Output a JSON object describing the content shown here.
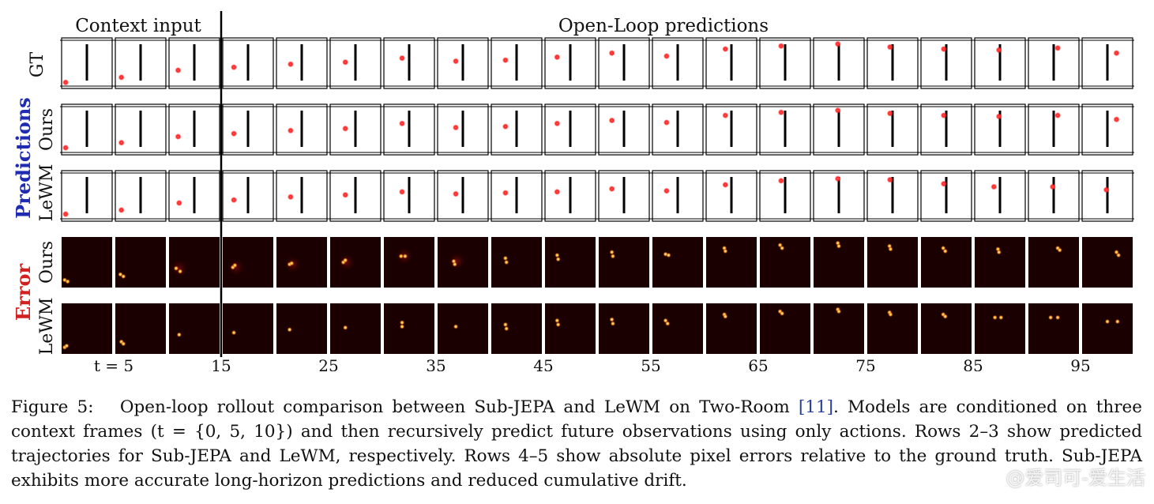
{
  "figure": {
    "header_left": "Context input",
    "header_right": "Open-Loop predictions",
    "row_labels": [
      "GT",
      "Ours",
      "LeWM",
      "Ours",
      "LeWM"
    ],
    "group_labels": [
      {
        "text": "Predictions",
        "color": "#1f2bb0"
      },
      {
        "text": "Error",
        "color": "#d02020"
      }
    ],
    "x_ticks": [
      "t = 5",
      "15",
      "25",
      "35",
      "45",
      "55",
      "65",
      "75",
      "85",
      "95"
    ],
    "frame_count": 20,
    "context_frames": 3,
    "colors": {
      "dot": "#ff2020",
      "error_bg": "#1a0000",
      "error_spot": "#ffd060"
    },
    "frames": [
      {
        "gt": [
          0.08,
          0.88
        ],
        "ours": [
          0.08,
          0.86
        ],
        "lewm": [
          0.08,
          0.86
        ],
        "err_ours": [
          [
            0.06,
            0.85
          ],
          [
            0.12,
            0.88
          ]
        ],
        "err_lewm": [
          [
            0.06,
            0.87
          ],
          [
            0.1,
            0.84
          ]
        ]
      },
      {
        "gt": [
          0.12,
          0.78
        ],
        "ours": [
          0.12,
          0.76
        ],
        "lewm": [
          0.12,
          0.78
        ],
        "err_ours": [
          [
            0.1,
            0.74
          ],
          [
            0.16,
            0.78
          ]
        ],
        "err_lewm": [
          [
            0.12,
            0.76
          ],
          [
            0.16,
            0.8
          ]
        ]
      },
      {
        "gt": [
          0.18,
          0.64
        ],
        "ours": [
          0.18,
          0.64
        ],
        "lewm": [
          0.2,
          0.64
        ],
        "err_ours": [
          [
            0.14,
            0.62
          ],
          [
            0.22,
            0.68
          ]
        ],
        "err_lewm": [
          [
            0.2,
            0.62
          ]
        ]
      },
      {
        "gt": [
          0.22,
          0.58
        ],
        "ours": [
          0.22,
          0.58
        ],
        "lewm": [
          0.22,
          0.58
        ],
        "err_ours": [
          [
            0.2,
            0.6
          ],
          [
            0.24,
            0.56
          ]
        ],
        "err_lewm": [
          [
            0.22,
            0.58
          ]
        ]
      },
      {
        "gt": [
          0.28,
          0.52
        ],
        "ours": [
          0.28,
          0.52
        ],
        "lewm": [
          0.28,
          0.52
        ],
        "err_ours": [
          [
            0.26,
            0.54
          ],
          [
            0.3,
            0.52
          ]
        ],
        "err_lewm": [
          [
            0.26,
            0.52
          ]
        ]
      },
      {
        "gt": [
          0.3,
          0.48
        ],
        "ours": [
          0.3,
          0.48
        ],
        "lewm": [
          0.3,
          0.48
        ],
        "err_ours": [
          [
            0.26,
            0.5
          ],
          [
            0.3,
            0.46
          ]
        ],
        "err_lewm": [
          [
            0.3,
            0.48
          ]
        ]
      },
      {
        "gt": [
          0.36,
          0.4
        ],
        "ours": [
          0.36,
          0.38
        ],
        "lewm": [
          0.36,
          0.42
        ],
        "err_ours": [
          [
            0.34,
            0.38
          ],
          [
            0.42,
            0.38
          ]
        ],
        "err_lewm": [
          [
            0.36,
            0.38
          ],
          [
            0.36,
            0.46
          ]
        ]
      },
      {
        "gt": [
          0.36,
          0.46
        ],
        "ours": [
          0.36,
          0.46
        ],
        "lewm": [
          0.36,
          0.46
        ],
        "err_ours": [
          [
            0.32,
            0.48
          ],
          [
            0.34,
            0.54
          ]
        ],
        "err_lewm": [
          [
            0.36,
            0.46
          ]
        ]
      },
      {
        "gt": [
          0.28,
          0.44
        ],
        "ours": [
          0.28,
          0.44
        ],
        "lewm": [
          0.28,
          0.44
        ],
        "err_ours": [
          [
            0.28,
            0.42
          ],
          [
            0.3,
            0.5
          ]
        ],
        "err_lewm": [
          [
            0.28,
            0.42
          ],
          [
            0.3,
            0.5
          ]
        ]
      },
      {
        "gt": [
          0.24,
          0.38
        ],
        "ours": [
          0.24,
          0.38
        ],
        "lewm": [
          0.24,
          0.42
        ],
        "err_ours": [
          [
            0.24,
            0.36
          ],
          [
            0.26,
            0.44
          ]
        ],
        "err_lewm": [
          [
            0.24,
            0.34
          ],
          [
            0.26,
            0.42
          ]
        ]
      },
      {
        "gt": [
          0.26,
          0.3
        ],
        "ours": [
          0.26,
          0.32
        ],
        "lewm": [
          0.26,
          0.36
        ],
        "err_ours": [
          [
            0.26,
            0.3
          ],
          [
            0.28,
            0.38
          ]
        ],
        "err_lewm": [
          [
            0.26,
            0.32
          ],
          [
            0.28,
            0.4
          ]
        ]
      },
      {
        "gt": [
          0.28,
          0.36
        ],
        "ours": [
          0.28,
          0.36
        ],
        "lewm": [
          0.28,
          0.4
        ],
        "err_ours": [
          [
            0.26,
            0.34
          ],
          [
            0.32,
            0.36
          ]
        ],
        "err_lewm": [
          [
            0.26,
            0.34
          ],
          [
            0.3,
            0.4
          ]
        ]
      },
      {
        "gt": [
          0.38,
          0.22
        ],
        "ours": [
          0.38,
          0.22
        ],
        "lewm": [
          0.38,
          0.28
        ],
        "err_ours": [
          [
            0.36,
            0.22
          ],
          [
            0.38,
            0.28
          ]
        ],
        "err_lewm": [
          [
            0.36,
            0.22
          ],
          [
            0.38,
            0.26
          ]
        ]
      },
      {
        "gt": [
          0.42,
          0.16
        ],
        "ours": [
          0.42,
          0.16
        ],
        "lewm": [
          0.42,
          0.2
        ],
        "err_ours": [
          [
            0.4,
            0.16
          ],
          [
            0.44,
            0.22
          ]
        ],
        "err_lewm": [
          [
            0.4,
            0.16
          ],
          [
            0.44,
            0.2
          ]
        ]
      },
      {
        "gt": [
          0.48,
          0.12
        ],
        "ours": [
          0.48,
          0.12
        ],
        "lewm": [
          0.48,
          0.16
        ],
        "err_ours": [
          [
            0.48,
            0.12
          ],
          [
            0.5,
            0.18
          ]
        ],
        "err_lewm": [
          [
            0.48,
            0.12
          ],
          [
            0.5,
            0.16
          ]
        ]
      },
      {
        "gt": [
          0.45,
          0.18
        ],
        "ours": [
          0.45,
          0.18
        ],
        "lewm": [
          0.45,
          0.18
        ],
        "err_ours": [
          [
            0.44,
            0.18
          ],
          [
            0.46,
            0.24
          ]
        ],
        "err_lewm": [
          [
            0.44,
            0.18
          ],
          [
            0.46,
            0.22
          ]
        ]
      },
      {
        "gt": [
          0.45,
          0.22
        ],
        "ours": [
          0.45,
          0.22
        ],
        "lewm": [
          0.45,
          0.26
        ],
        "err_ours": [
          [
            0.44,
            0.22
          ],
          [
            0.48,
            0.28
          ]
        ],
        "err_lewm": [
          [
            0.44,
            0.22
          ],
          [
            0.48,
            0.26
          ]
        ]
      },
      {
        "gt": [
          0.48,
          0.24
        ],
        "ours": [
          0.48,
          0.24
        ],
        "lewm": [
          0.38,
          0.32
        ],
        "err_ours": [
          [
            0.46,
            0.24
          ],
          [
            0.48,
            0.3
          ]
        ],
        "err_lewm": [
          [
            0.4,
            0.28
          ],
          [
            0.52,
            0.28
          ]
        ]
      },
      {
        "gt": [
          0.58,
          0.2
        ],
        "ours": [
          0.58,
          0.22
        ],
        "lewm": [
          0.48,
          0.32
        ],
        "err_ours": [
          [
            0.58,
            0.22
          ],
          [
            0.62,
            0.26
          ]
        ],
        "err_lewm": [
          [
            0.44,
            0.28
          ],
          [
            0.58,
            0.28
          ]
        ]
      },
      {
        "gt": [
          0.68,
          0.3
        ],
        "ours": [
          0.68,
          0.3
        ],
        "lewm": [
          0.48,
          0.38
        ],
        "err_ours": [
          [
            0.68,
            0.3
          ],
          [
            0.72,
            0.36
          ]
        ],
        "err_lewm": [
          [
            0.5,
            0.36
          ],
          [
            0.7,
            0.36
          ]
        ]
      }
    ]
  },
  "caption": {
    "label": "Figure 5:",
    "text_a": "Open-loop rollout comparison between Sub-JEPA and LeWM on Two-Room",
    "ref": "[11]",
    "text_b": ". Models are conditioned on three context frames (t = {0, 5, 10}) and then recursively predict future observations using only actions. Rows 2–3 show predicted trajectories for Sub-JEPA and LeWM, respectively. Rows 4–5 show absolute pixel errors relative to the ground truth. Sub-JEPA exhibits more accurate long-horizon predictions and reduced cumulative drift."
  },
  "watermark": "@爱司可-爱生活"
}
